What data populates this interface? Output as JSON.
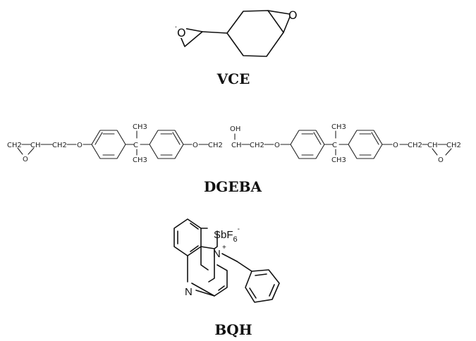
{
  "structures": {
    "vce": {
      "name": "VCE",
      "atoms": {
        "o_epoxide_left": "O",
        "o_epoxide_ring": "O"
      }
    },
    "dgeba": {
      "name": "DGEBA",
      "atoms": {
        "ch2_start": "CH2",
        "ch_epoxy_left": "CH",
        "o_epoxy_left": "O",
        "ch2_link1": "CH2",
        "o_ether1": "O",
        "ch3_top1": "CH3",
        "c_quat1": "C",
        "ch3_bottom1": "CH3",
        "o_ether2": "O",
        "ch2_link2": "CH2",
        "oh": "OH",
        "ch_mid": "CH",
        "ch2_link3": "CH2",
        "o_ether3": "O",
        "ch3_top2": "CH3",
        "c_quat2": "C",
        "ch3_bottom2": "CH3",
        "o_ether4": "O",
        "ch2_link4": "CH2",
        "ch_epoxy_right": "CH",
        "ch2_end": "CH2",
        "o_epoxy_right": "O"
      }
    },
    "bqh": {
      "name": "BQH",
      "counterion": "SbF",
      "counterion_subscript": "6",
      "counterion_charge": "-",
      "n_quaternary": "N",
      "n_charge": "+",
      "n_ring": "N"
    }
  }
}
